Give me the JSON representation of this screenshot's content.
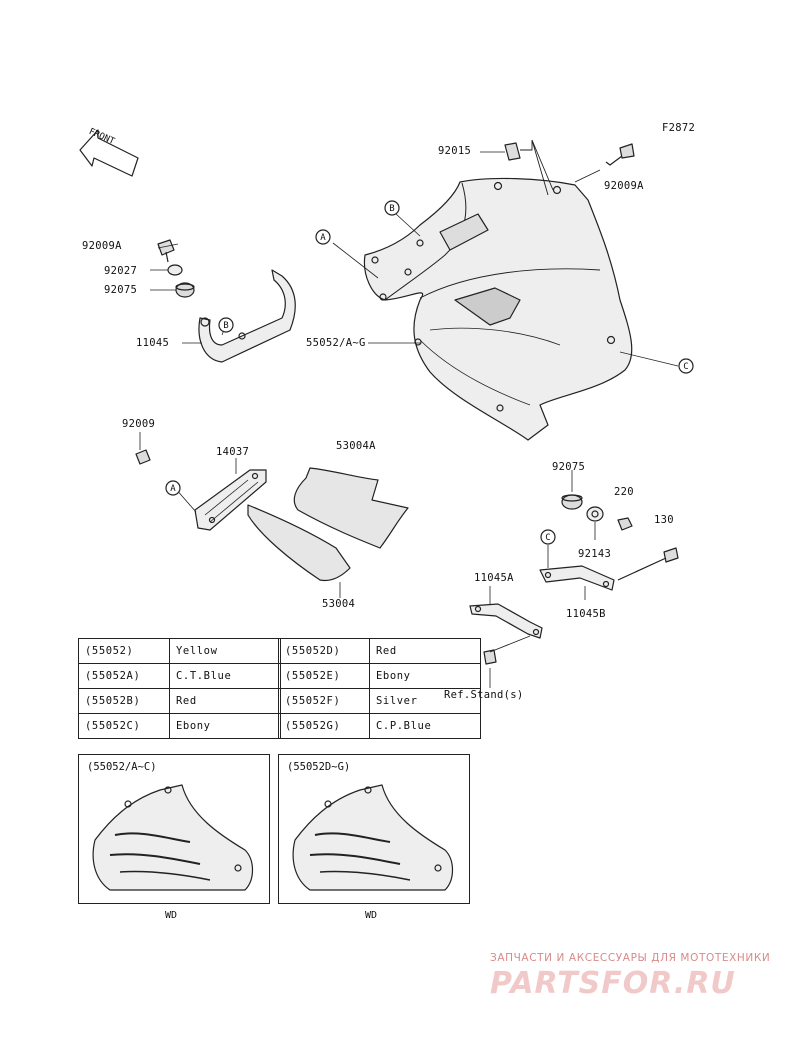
{
  "figure_code": "F2872",
  "front_label": "FRONT",
  "callouts": [
    "A",
    "B",
    "C"
  ],
  "part_labels": {
    "p92015": "92015",
    "p92009A_top": "92009A",
    "p92009A_left": "92009A",
    "p92027": "92027",
    "p92075_left": "92075",
    "p11045": "11045",
    "p55052": "55052/A~G",
    "p92009": "92009",
    "p14037": "14037",
    "p53004A": "53004A",
    "p53004": "53004",
    "p92075_right": "92075",
    "p220": "220",
    "p130": "130",
    "p92143": "92143",
    "p11045A": "11045A",
    "p11045B": "11045B",
    "ref_stand": "Ref.Stand(s)"
  },
  "color_table_left": [
    {
      "code": "(55052)",
      "color": "Yellow"
    },
    {
      "code": "(55052A)",
      "color": "C.T.Blue"
    },
    {
      "code": "(55052B)",
      "color": "Red"
    },
    {
      "code": "(55052C)",
      "color": "Ebony"
    }
  ],
  "color_table_right": [
    {
      "code": "(55052D)",
      "color": "Red"
    },
    {
      "code": "(55052E)",
      "color": "Ebony"
    },
    {
      "code": "(55052F)",
      "color": "Silver"
    },
    {
      "code": "(55052G)",
      "color": "C.P.Blue"
    }
  ],
  "variants": [
    {
      "title": "(55052/A~C)",
      "caption": "WD"
    },
    {
      "title": "(55052D~G)",
      "caption": "WD"
    }
  ],
  "watermark": {
    "line1": "ЗАПЧАСТИ И АКСЕССУАРЫ ДЛЯ МОТОТЕХНИКИ",
    "line2": "PARTSFOR.RU"
  }
}
